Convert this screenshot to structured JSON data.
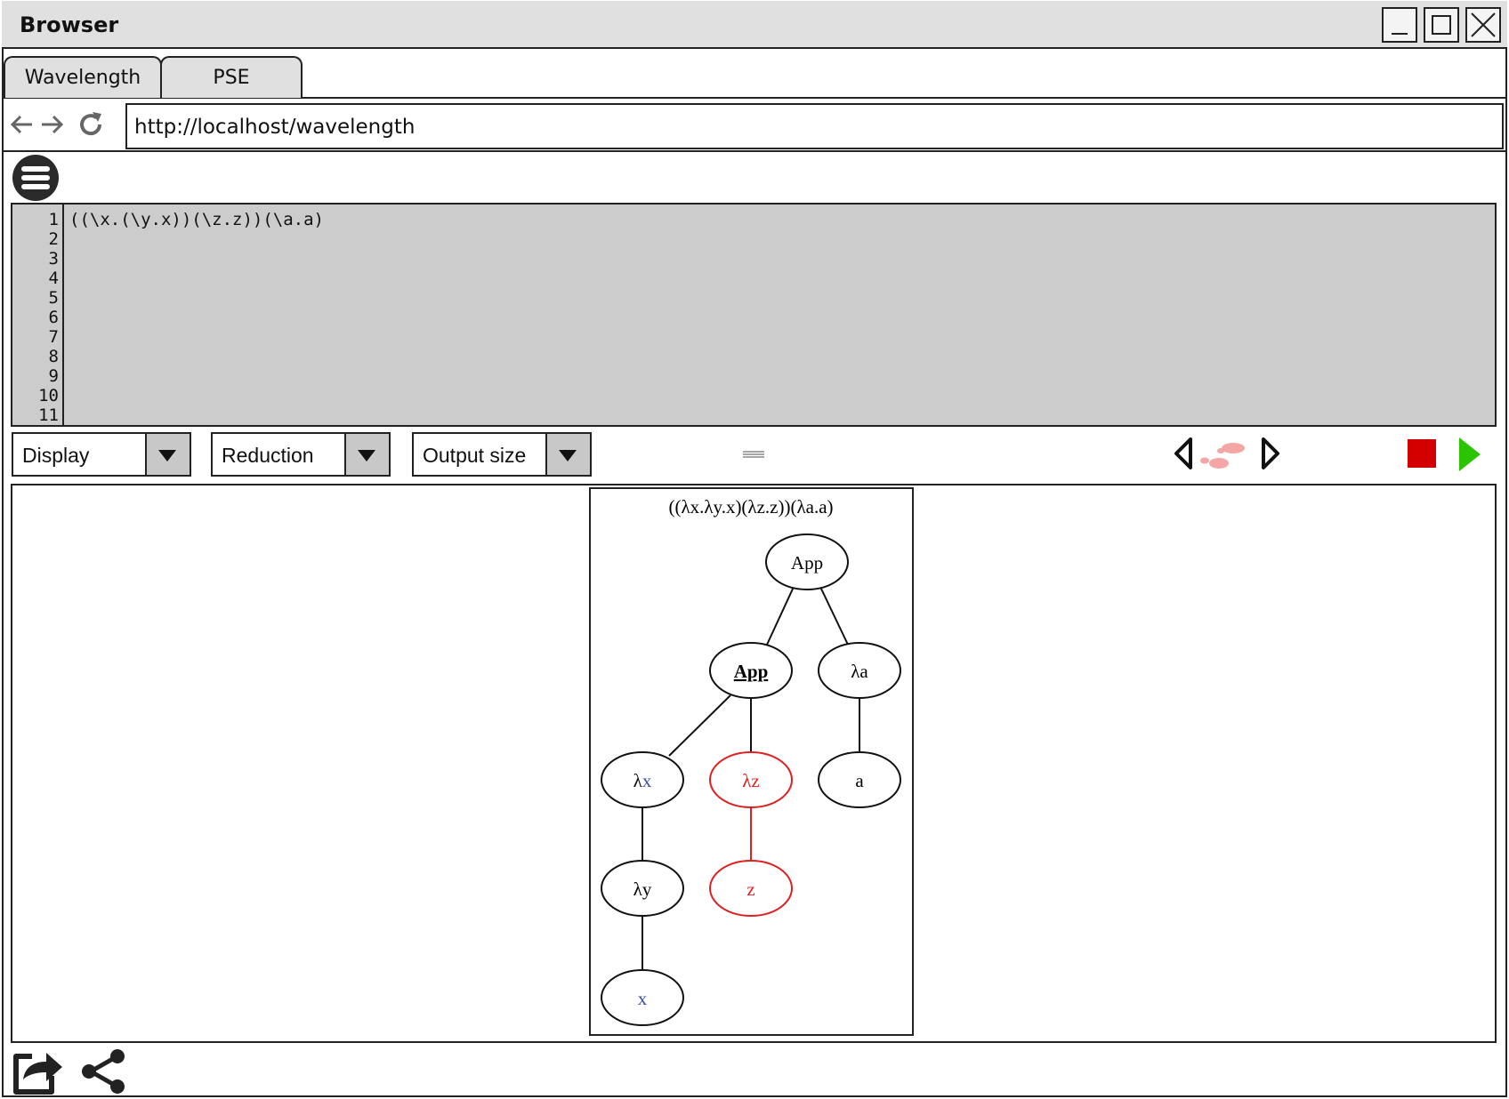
{
  "window": {
    "title": "Browser"
  },
  "tabs": [
    {
      "label": "Wavelength"
    },
    {
      "label": "PSE"
    }
  ],
  "address": {
    "url": "http://localhost/wavelength"
  },
  "editor": {
    "line_numbers": [
      "1",
      "2",
      "3",
      "4",
      "5",
      "6",
      "7",
      "8",
      "9",
      "10",
      "11"
    ],
    "code": "((\\x.(\\y.x))(\\z.z))(\\a.a)"
  },
  "controls": {
    "display": "Display",
    "reduction": "Reduction",
    "output_size": "Output size"
  },
  "tree": {
    "expression": "((λx.λy.x)(λz.z))(λa.a)",
    "nodes": {
      "root": "App",
      "app": "App",
      "lam_a": "λa",
      "lam_x_lambda": "λ",
      "lam_x_var": "x",
      "lam_z": "λz",
      "var_a": "a",
      "lam_y": "λy",
      "var_z": "z",
      "var_x": "x"
    }
  },
  "colors": {
    "stop": "#d40000",
    "play": "#2cc400",
    "redex": "#e02020",
    "bound_var": "#3a4fa0",
    "footsteps": "#f4a6a6",
    "editor_bg": "#cccccc"
  },
  "icons": [
    "back-arrow-icon",
    "forward-arrow-icon",
    "reload-icon",
    "hamburger-menu-icon",
    "chevron-down-icon",
    "step-back-icon",
    "footsteps-icon",
    "step-forward-icon",
    "stop-icon",
    "play-icon",
    "export-icon",
    "share-icon"
  ]
}
